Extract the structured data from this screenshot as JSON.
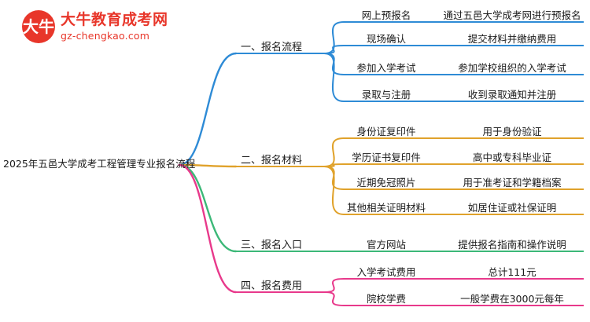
{
  "logo": {
    "mark_chars": "大牛",
    "title": "大牛教育成考网",
    "subtitle": "gz-chengkao.com"
  },
  "mindmap": {
    "root": "2025年五邑大学成考工程管理专业报名流程",
    "branches": [
      {
        "label": "一、报名流程",
        "color": "#2E8BD6",
        "items": [
          {
            "label": "网上预报名",
            "desc": "通过五邑大学成考网进行预报名"
          },
          {
            "label": "现场确认",
            "desc": "提交材料并缴纳费用"
          },
          {
            "label": "参加入学考试",
            "desc": "参加学校组织的入学考试"
          },
          {
            "label": "录取与注册",
            "desc": "收到录取通知并注册"
          }
        ]
      },
      {
        "label": "二、报名材料",
        "color": "#E0A22B",
        "items": [
          {
            "label": "身份证复印件",
            "desc": "用于身份验证"
          },
          {
            "label": "学历证书复印件",
            "desc": "高中或专科毕业证"
          },
          {
            "label": "近期免冠照片",
            "desc": "用于准考证和学籍档案"
          },
          {
            "label": "其他相关证明材料",
            "desc": "如居住证或社保证明"
          }
        ]
      },
      {
        "label": "三、报名入口",
        "color": "#3CB878",
        "items": [
          {
            "label": "官方网站",
            "desc": "提供报名指南和操作说明"
          }
        ]
      },
      {
        "label": "四、报名费用",
        "color": "#E8398B",
        "items": [
          {
            "label": "入学考试费用",
            "desc": "总计111元"
          },
          {
            "label": "院校学费",
            "desc": "一般学费在3000元每年"
          }
        ]
      }
    ]
  }
}
